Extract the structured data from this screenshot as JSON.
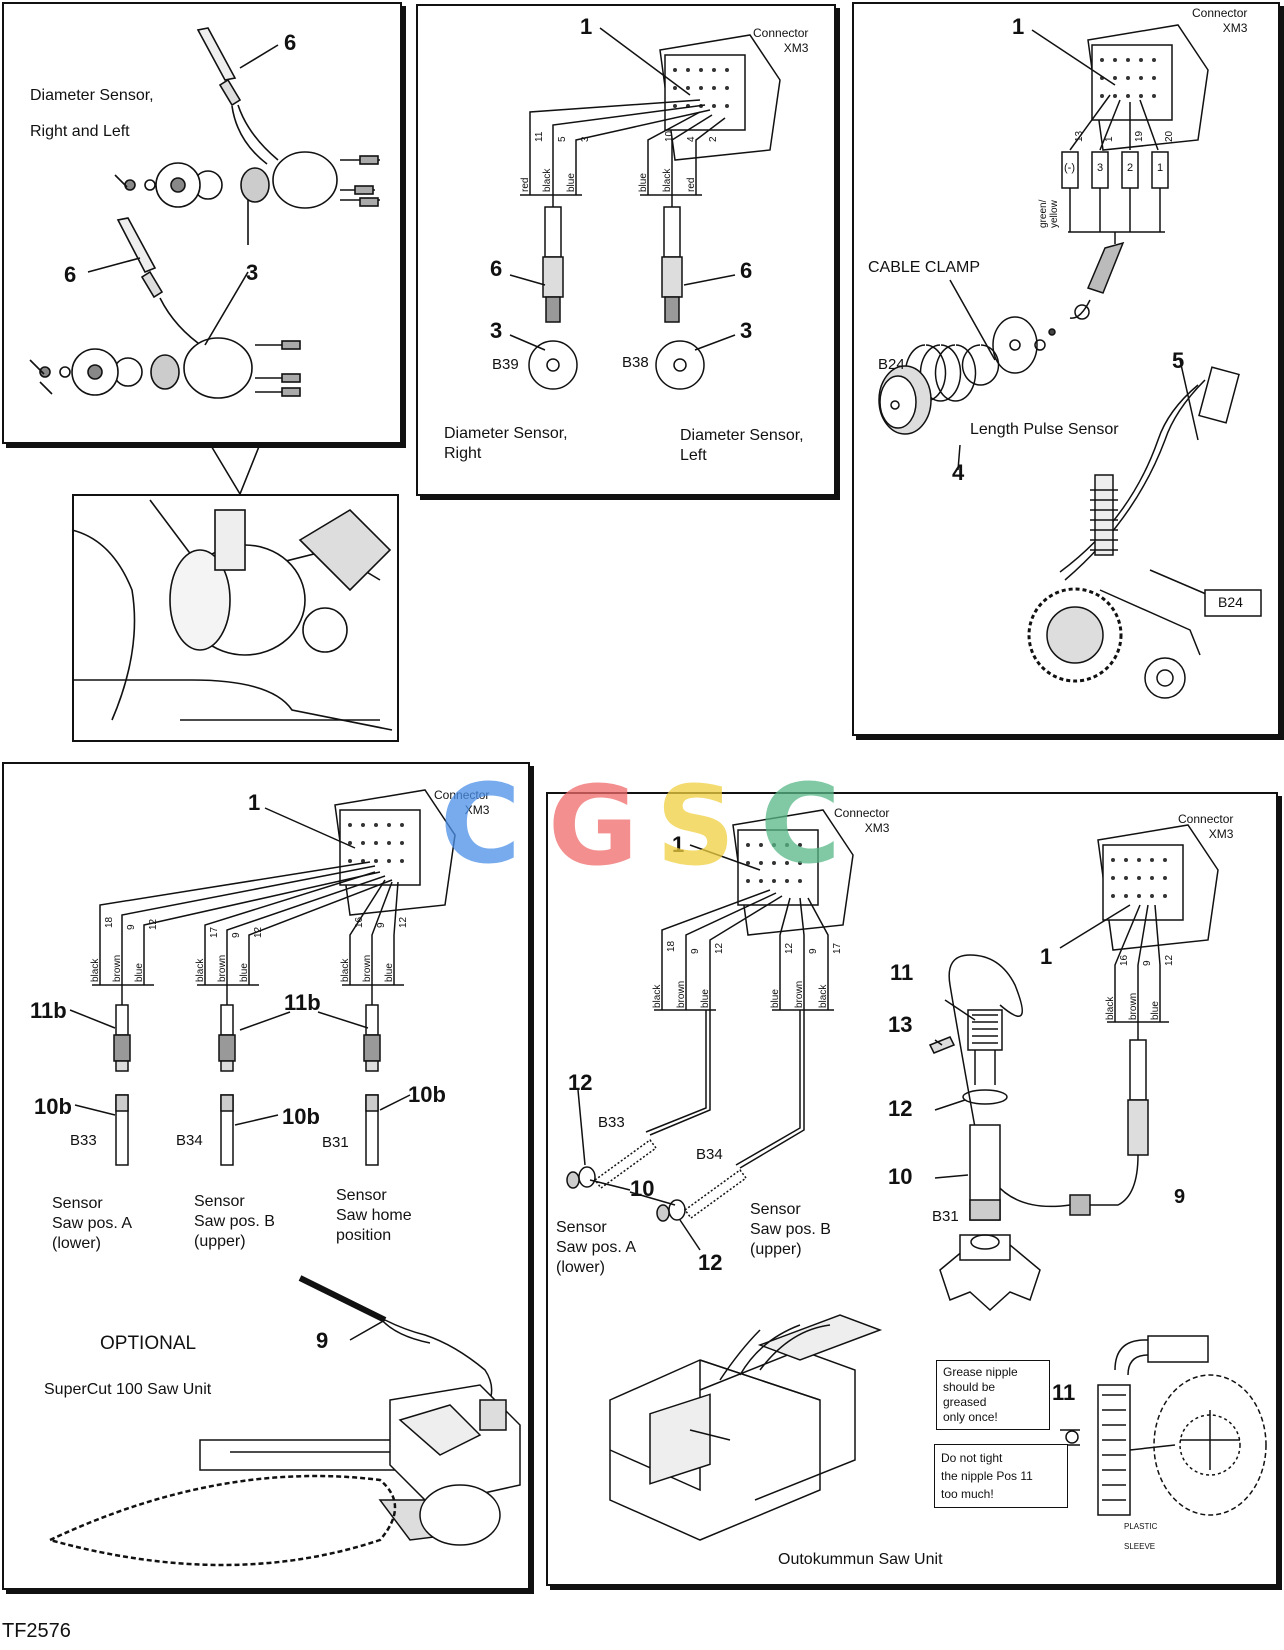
{
  "figure_code": "TF2576",
  "watermark": {
    "letters": [
      "C",
      "G",
      "S",
      "C"
    ],
    "colors": [
      "#4a8fe8",
      "#f06a6a",
      "#f0d040",
      "#58b888"
    ]
  },
  "panel_a": {
    "title": "Diameter Sensor,\nRight and Left",
    "callouts": {
      "n6a": "6",
      "n6b": "6",
      "n3": "3"
    }
  },
  "panel_b": {
    "connector": "Connector\nXM3",
    "n1": "1",
    "wires_right": {
      "pins": [
        "11",
        "5",
        "3"
      ],
      "colors": [
        "red",
        "black",
        "blue"
      ]
    },
    "wires_left": {
      "pins": [
        "10",
        "4",
        "2"
      ],
      "colors": [
        "blue",
        "black",
        "red"
      ]
    },
    "n6r": "6",
    "n6l": "6",
    "n3r": "3",
    "n3l": "3",
    "code_right": "B39",
    "code_left": "B38",
    "label_right": "Diameter Sensor,\nRight",
    "label_left": "Diameter Sensor,\nLeft"
  },
  "panel_c": {
    "connector": "Connector\nXM3",
    "n1": "1",
    "pins": [
      "13",
      "1",
      "19",
      "20"
    ],
    "terminals": [
      "(-)",
      "3",
      "2",
      "1"
    ],
    "wire_color": "green/\nyellow",
    "cable_clamp": "CABLE CLAMP",
    "code_b24": "B24",
    "code_b24_box": "B24",
    "length_pulse": "Length Pulse Sensor",
    "n4": "4",
    "n5": "5"
  },
  "panel_d": {
    "connector": "Connector\nXM3",
    "n1": "1",
    "groups": [
      {
        "pins": [
          "18",
          "9",
          "12"
        ],
        "colors": [
          "black",
          "brown",
          "blue"
        ],
        "code": "B33",
        "label": "Sensor\nSaw pos. A\n(lower)"
      },
      {
        "pins": [
          "17",
          "9",
          "12"
        ],
        "colors": [
          "black",
          "brown",
          "blue"
        ],
        "code": "B34",
        "label": "Sensor\nSaw pos. B\n(upper)"
      },
      {
        "pins": [
          "16",
          "9",
          "12"
        ],
        "colors": [
          "black",
          "brown",
          "blue"
        ],
        "code": "B31",
        "label": "Sensor\nSaw home\nposition"
      }
    ],
    "n11b_a": "11b",
    "n11b_b": "11b",
    "n10b_a": "10b",
    "n10b_b": "10b",
    "n10b_c": "10b",
    "n9": "9",
    "optional": "OPTIONAL",
    "saw_unit": "SuperCut 100 Saw Unit"
  },
  "panel_e": {
    "connector_a": "Connector\nXM3",
    "connector_b": "Connector\nXM3",
    "n1a": "1",
    "n1b": "1",
    "wires_a": {
      "pins": [
        "18",
        "9",
        "12"
      ],
      "colors": [
        "black",
        "brown",
        "blue"
      ]
    },
    "wires_b": {
      "pins": [
        "12",
        "9",
        "17"
      ],
      "colors": [
        "blue",
        "brown",
        "black"
      ]
    },
    "wires_c": {
      "pins": [
        "16",
        "9",
        "12"
      ],
      "colors": [
        "black",
        "brown",
        "blue"
      ]
    },
    "code_b33": "B33",
    "code_b34": "B34",
    "code_b31": "B31",
    "n12a": "12",
    "n12b": "12",
    "n12c": "12",
    "n10a": "10",
    "n10b": "10",
    "n11a": "11",
    "n11b": "11",
    "n13": "13",
    "n9": "9",
    "label_a": "Sensor\nSaw pos. A\n(lower)",
    "label_b": "Sensor\nSaw pos. B\n(upper)",
    "grease": "Grease nipple\nshould be\ngreased\nonly once!",
    "do_not": "Do not tight\nthe nipple Pos 11\ntoo much!",
    "plastic": "PLASTIC",
    "sleeve": "SLEEVE",
    "saw_unit": "Outokummun Saw Unit"
  }
}
